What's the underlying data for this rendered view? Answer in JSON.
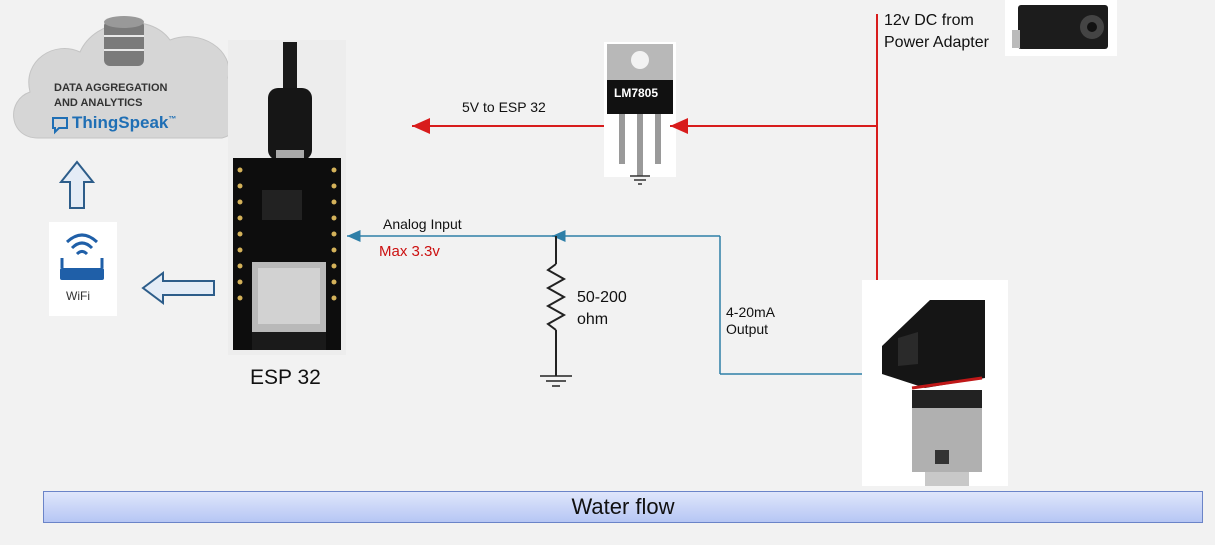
{
  "cloud": {
    "line1": "DATA AGGREGATION",
    "line2": "AND ANALYTICS",
    "brand": "ThingSpeak",
    "tm": "™"
  },
  "wifi_label": "WiFi",
  "esp_label": "ESP 32",
  "regulator_label": "LM7805",
  "five_v_label": "5V to ESP 32",
  "analog_input_label": "Analog Input",
  "max_label": "Max 3.3v",
  "resistor_label_1": "50-200",
  "resistor_label_2": "ohm",
  "output_label_1": "4-20mA",
  "output_label_2": "Output",
  "power_label_1": "12v DC from",
  "power_label_2": "Power Adapter",
  "water_label": "Water flow",
  "colors": {
    "power_wire": "#d81c1c",
    "signal_wire": "#2e7fa8",
    "max_text": "#cc1111",
    "brand": "#1f6fb5"
  }
}
